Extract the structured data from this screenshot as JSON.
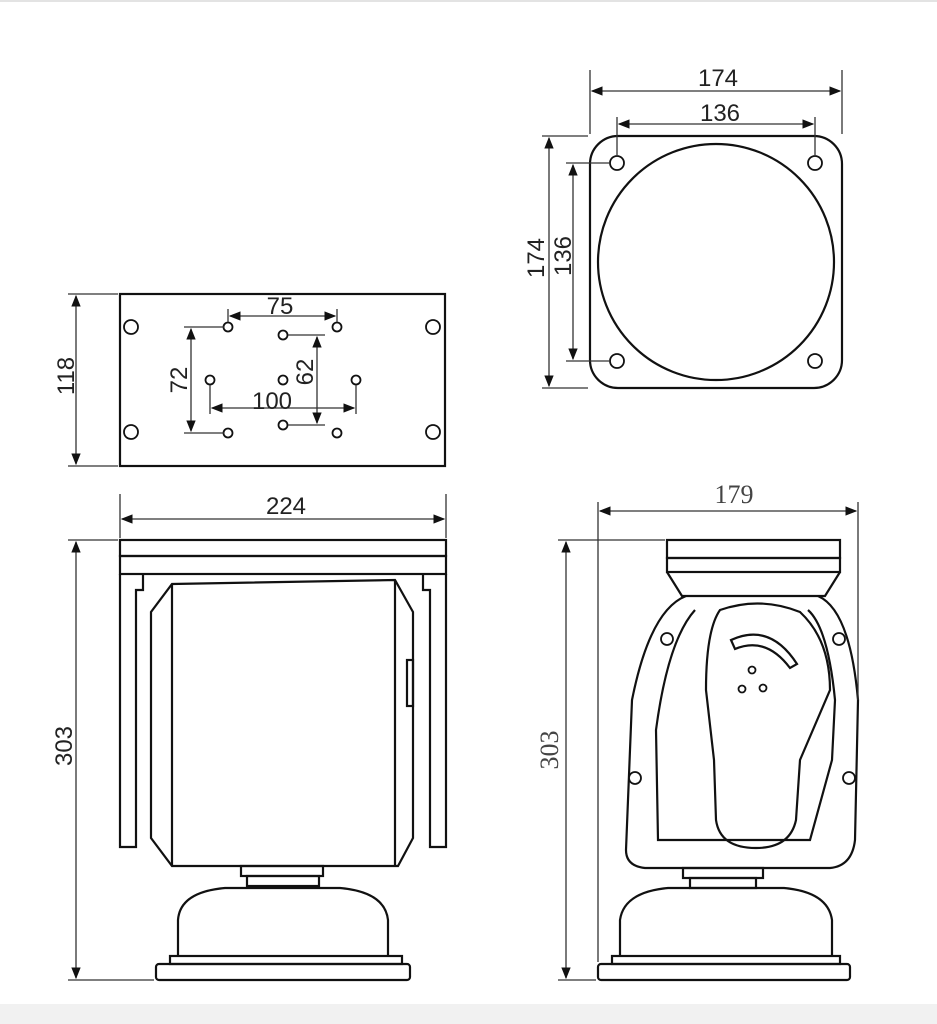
{
  "dimensions": {
    "plate_height": "118",
    "plate_hole_spacing_horizontal": "75",
    "plate_hole_spacing_vertical_left": "72",
    "plate_hole_spacing_vertical_right": "62",
    "plate_hole_spacing_wide": "100",
    "top_outer_width": "174",
    "top_inner_width": "136",
    "top_outer_height": "174",
    "top_inner_height": "136",
    "front_width": "224",
    "front_height": "303",
    "side_width": "179",
    "side_height": "303"
  },
  "colors": {
    "line": "#111111",
    "text": "#222222",
    "background": "#ffffff"
  }
}
